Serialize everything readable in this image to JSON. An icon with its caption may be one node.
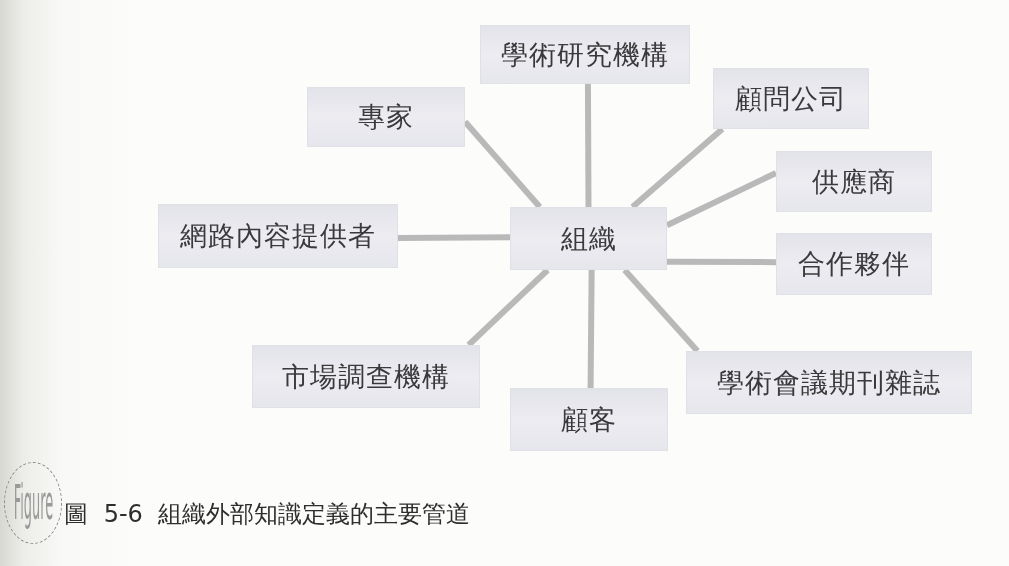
{
  "diagram": {
    "caption": "圖 5-6 組織外部知識定義的主要管道",
    "nodes": [
      {
        "text": [
          "學術研究機構"
        ]
      },
      {
        "text": [
          "顧問公司"
        ]
      },
      {
        "text": [
          "專家"
        ]
      },
      {
        "text": [
          "供應商"
        ]
      },
      {
        "text": [
          "網路內容提供者"
        ]
      },
      {
        "text": [
          "組織"
        ]
      },
      {
        "text": [
          "合作夥伴"
        ]
      },
      {
        "text": [
          "市場調查機構"
        ]
      },
      {
        "text": [
          "學術會議期刊雜誌"
        ]
      },
      {
        "text": [
          "顧客"
        ]
      }
    ],
    "edges": [
      {
        "from": 5,
        "to": 0,
        "arrow": "none"
      },
      {
        "from": 5,
        "to": 1,
        "arrow": "none"
      },
      {
        "from": 5,
        "to": 2,
        "arrow": "none"
      },
      {
        "from": 5,
        "to": 3,
        "arrow": "none"
      },
      {
        "from": 5,
        "to": 4,
        "arrow": "none"
      },
      {
        "from": 5,
        "to": 6,
        "arrow": "none"
      },
      {
        "from": 5,
        "to": 7,
        "arrow": "none"
      },
      {
        "from": 5,
        "to": 8,
        "arrow": "none"
      },
      {
        "from": 5,
        "to": 9,
        "arrow": "none"
      }
    ],
    "labels": [
      "Figure"
    ]
  }
}
